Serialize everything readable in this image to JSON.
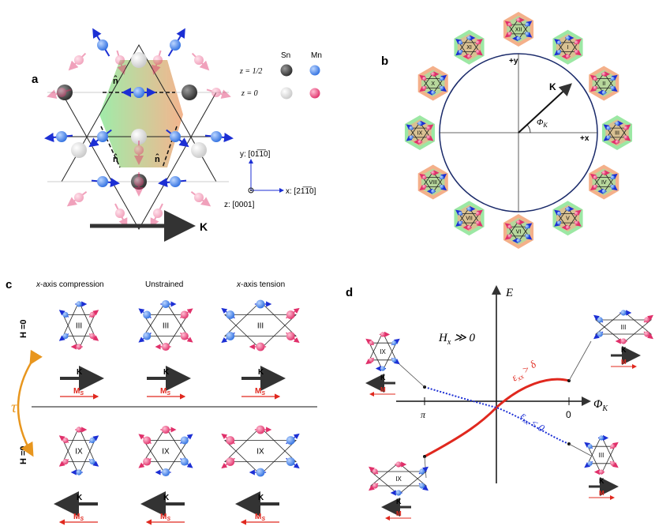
{
  "panels": {
    "a": {
      "label": "a",
      "legend": {
        "col_sn": "Sn",
        "col_mn": "Mn",
        "row_half": "z = 1/2",
        "row_zero": "z = 0"
      },
      "axes": {
        "y": "y: [01̅1̅0]",
        "x": "x: [21̅1̅0]",
        "z": "z: [0001]"
      },
      "n_hat": "n̂",
      "k_label": "K"
    },
    "b": {
      "label": "b",
      "plus_y": "+y",
      "plus_x": "+x",
      "k_label": "K",
      "phi_label": "ΦK",
      "domains": [
        "I",
        "II",
        "III",
        "IV",
        "V",
        "VI",
        "VII",
        "VIII",
        "IX",
        "X",
        "XI",
        "XII"
      ]
    },
    "c": {
      "label": "c",
      "columns": [
        "x-axis compression",
        "Unstrained",
        "x-axis tension"
      ],
      "row_top_label": "H =0",
      "row_bottom_label": "H =0",
      "tau": "τ",
      "top_domain": "III",
      "bottom_domain": "IX",
      "k_label": "K",
      "ms_label": "MS"
    },
    "d": {
      "label": "d",
      "e_axis": "E",
      "phi_axis": "ΦK",
      "hx_label": "Hx ≫ 0",
      "pi_tick": "π",
      "zero_tick": "0",
      "red_curve_label": "εxx > δ",
      "blue_curve_label": "εxx ≤ 0",
      "k_label": "K",
      "m_label": "M",
      "domains": {
        "upper_left": "IX",
        "upper_right": "III",
        "lower_left": "IX",
        "lower_right": "III"
      }
    }
  },
  "colors": {
    "sn_dark": "#3a3a3a",
    "sn_light": "#d8d8d8",
    "mn_blue": "#2f6fe0",
    "mn_pink": "#e0306a",
    "red": "#e0281e",
    "blue": "#1c2fd4",
    "green": "#92e89a",
    "orange": "#f2a77a",
    "orange_arrow": "#e8961e"
  }
}
